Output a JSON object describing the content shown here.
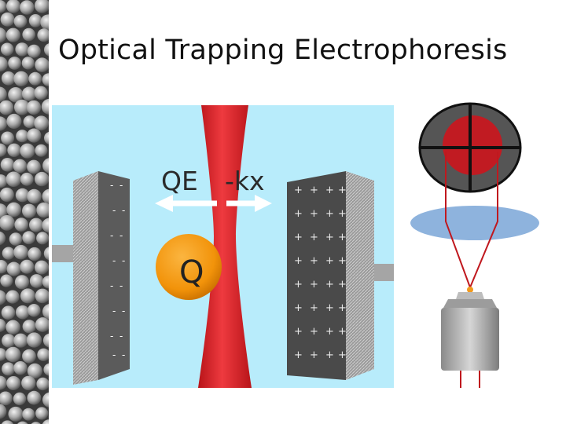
{
  "slide": {
    "title": "Optical Trapping Electrophoresis"
  },
  "diagram": {
    "force_electric_label": "QE",
    "force_spring_label": "-kx",
    "particle_label": "Q",
    "electrode_left_marks": "-",
    "electrode_right_marks": "+"
  },
  "colors": {
    "water": "#b8ecfb",
    "laser": "#e1282e",
    "particle": "#f39a0c",
    "electrode": "#5a5a5a",
    "detector": "#555555",
    "lens": "#8eb3dd",
    "objective": "#a9a9a9"
  },
  "icons": [
    "microsphere-texture",
    "quadrant-detector",
    "objective-lens",
    "condenser-lens"
  ]
}
